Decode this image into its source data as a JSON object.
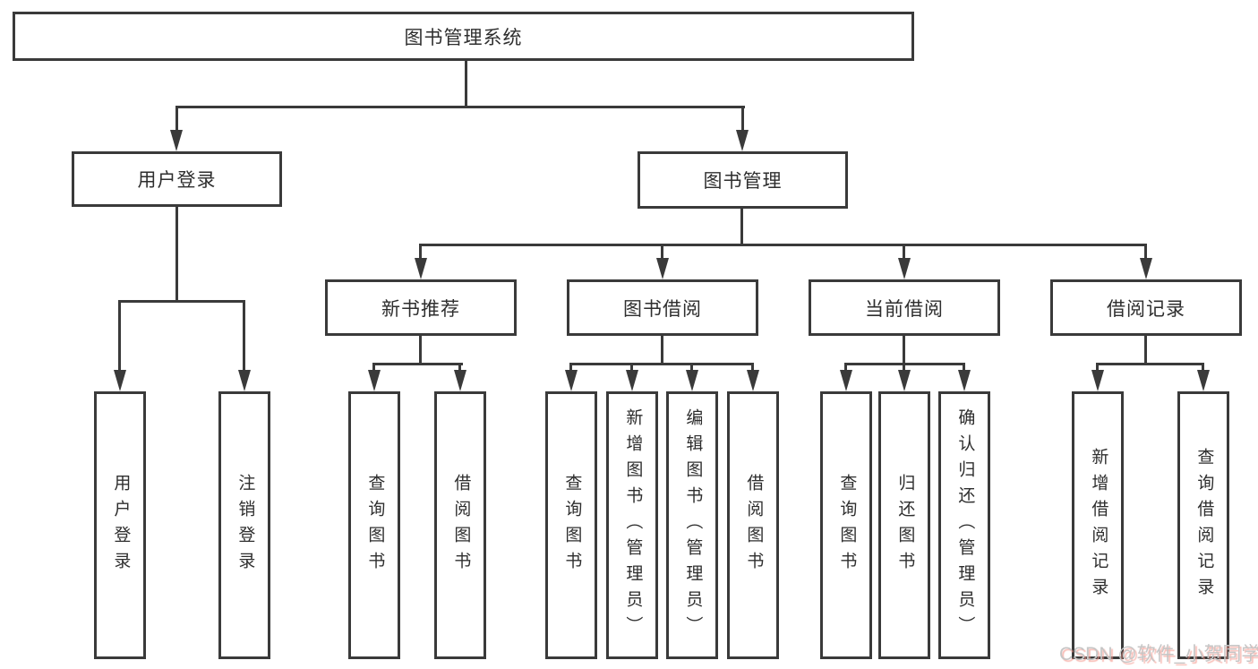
{
  "diagram": {
    "root": {
      "label": "图书管理系统"
    },
    "level2": [
      {
        "label": "用户登录",
        "children": [
          {
            "label": "用户登录"
          },
          {
            "label": "注销登录"
          }
        ]
      },
      {
        "label": "图书管理",
        "children": [
          {
            "label": "新书推荐",
            "children": [
              {
                "label": "查询图书"
              },
              {
                "label": "借阅图书"
              }
            ]
          },
          {
            "label": "图书借阅",
            "children": [
              {
                "label": "查询图书"
              },
              {
                "label": "新增图书（管理员）"
              },
              {
                "label": "编辑图书（管理员）"
              },
              {
                "label": "借阅图书"
              }
            ]
          },
          {
            "label": "当前借阅",
            "children": [
              {
                "label": "查询图书"
              },
              {
                "label": "归还图书"
              },
              {
                "label": "确认归还（管理员）"
              }
            ]
          },
          {
            "label": "借阅记录",
            "children": [
              {
                "label": "新增借阅记录"
              },
              {
                "label": "查询借阅记录"
              }
            ]
          }
        ]
      }
    ]
  },
  "watermark": {
    "text": "CSDN @软件_小贺同学"
  },
  "colors": {
    "line": "#3a3a3a",
    "box_border": "#3a3a3a",
    "text": "#2e2e2e",
    "background": "#ffffff",
    "watermark_text": "#c6c6c6",
    "watermark_shadow": "#f59a8c"
  }
}
